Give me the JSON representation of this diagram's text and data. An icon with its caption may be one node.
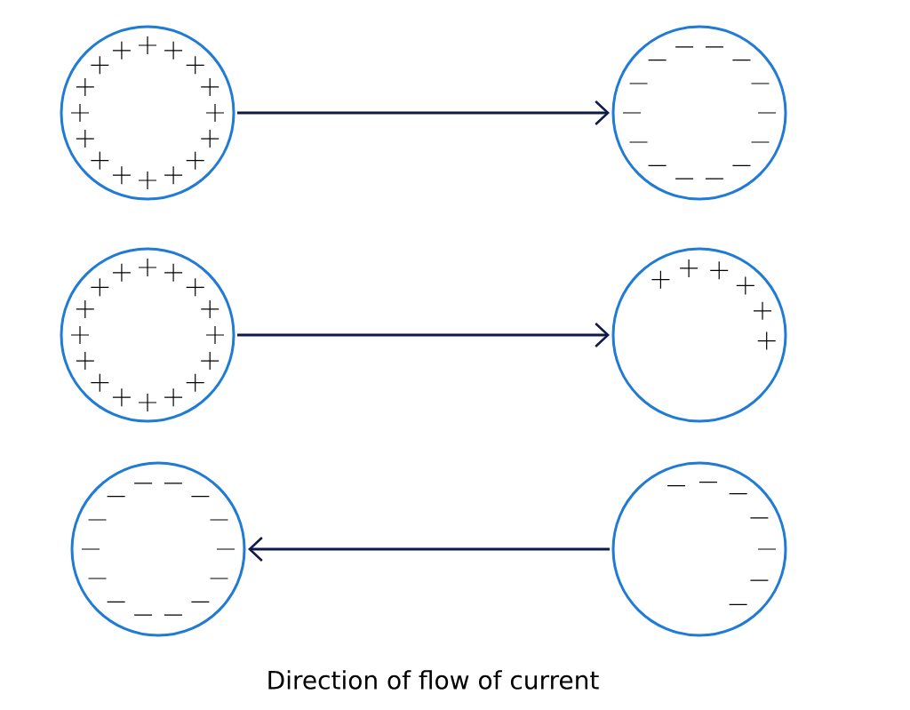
{
  "diagram": {
    "caption": "Direction of flow of current",
    "nodes": [
      {
        "text": [],
        "shape": "circle"
      },
      {
        "text": [],
        "shape": "circle"
      },
      {
        "text": [],
        "shape": "circle"
      },
      {
        "text": [],
        "shape": "circle"
      },
      {
        "text": [],
        "shape": "circle"
      },
      {
        "text": [],
        "shape": "circle"
      }
    ],
    "edges": [
      {
        "from": 0,
        "to": 1,
        "arrow": "to"
      },
      {
        "from": 2,
        "to": 3,
        "arrow": "to"
      },
      {
        "from": 5,
        "to": 4,
        "arrow": "to"
      }
    ]
  }
}
